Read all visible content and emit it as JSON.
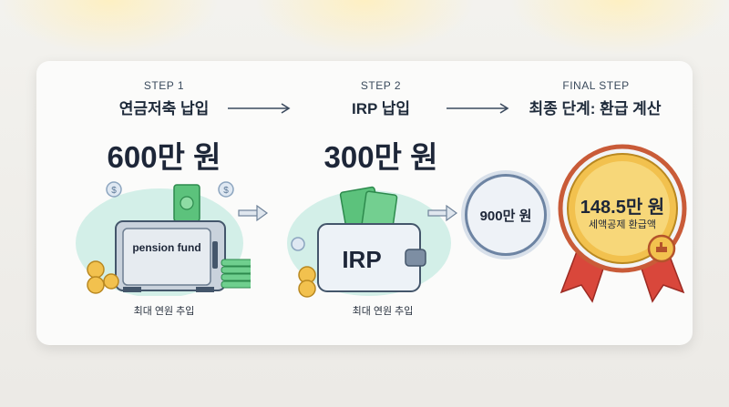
{
  "steps": [
    {
      "label": "STEP 1",
      "title": "연금저축 납입",
      "amount": "600만 원",
      "caption": "최대 연원 추입",
      "icon_text": "pension fund"
    },
    {
      "label": "STEP 2",
      "title": "IRP 납입",
      "amount": "300만 원",
      "caption": "최대 연원 추입",
      "icon_text": "IRP"
    },
    {
      "label": "FINAL STEP",
      "title": "최종 단계: 환급 계산"
    }
  ],
  "total": {
    "amount": "900만 원"
  },
  "result": {
    "amount": "148.5만 원",
    "caption": "세액공제 환급액"
  },
  "colors": {
    "text_dark": "#1d2638",
    "gold": "#f2c14e",
    "ribbon_red": "#d9473b",
    "teal_bg": "#cfeee6",
    "cash_green": "#3db36b"
  }
}
